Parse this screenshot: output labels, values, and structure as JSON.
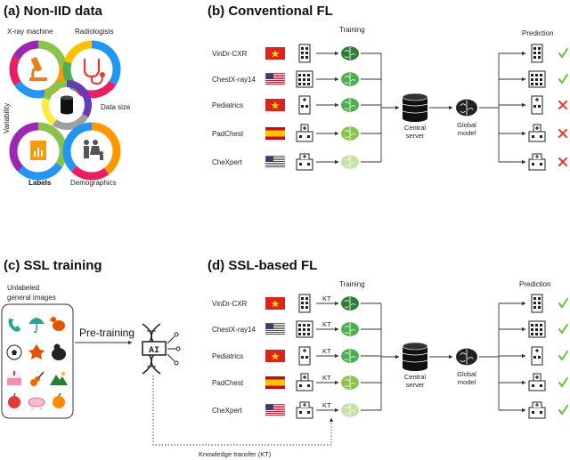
{
  "panels": {
    "a": {
      "title": "(a) Non-IID data"
    },
    "b": {
      "title": "(b) Conventional FL"
    },
    "c": {
      "title": "(c) SSL training"
    },
    "d": {
      "title": "(d) SSL-based FL"
    }
  },
  "noniid": {
    "xray_machine": "X-ray machine",
    "radiologists": "Radiologists",
    "data_size": "Data size",
    "labels": "Labels",
    "demographics": "Demographics",
    "variability": "Variability"
  },
  "clients": [
    {
      "name": "VinDr-CXR",
      "flag": "vietnam"
    },
    {
      "name": "ChestX-ray14",
      "flag": "usa"
    },
    {
      "name": "Pediatrics",
      "flag": "vietnam"
    },
    {
      "name": "PadChest",
      "flag": "spain"
    },
    {
      "name": "CheXpert",
      "flag": "usa"
    }
  ],
  "conventional": {
    "training": "Training",
    "central_server": [
      "Central",
      "server"
    ],
    "global_model": [
      "Global",
      "model"
    ],
    "prediction": "Prediction",
    "results": [
      "check",
      "check",
      "cross",
      "cross",
      "cross"
    ]
  },
  "ssl": {
    "unlabeled": [
      "Unlabeled",
      "general images"
    ],
    "pretraining": "Pre-training",
    "ai": "AI",
    "knowledge_transfer": "Knowledge transfer (KT)"
  },
  "sslfl": {
    "training": "Training",
    "kt": "KT",
    "central_server": [
      "Central",
      "server"
    ],
    "global_model": [
      "Global",
      "model"
    ],
    "prediction": "Prediction",
    "results": [
      "check",
      "check",
      "check",
      "check",
      "check"
    ]
  },
  "colors": {
    "brain_dark": "#2f7d32",
    "brain_mid": "#4caf50",
    "brain_light": "#8bc34a",
    "brain_pale": "#c5e1a5",
    "check": "#6abf3a",
    "cross": "#e53935"
  }
}
